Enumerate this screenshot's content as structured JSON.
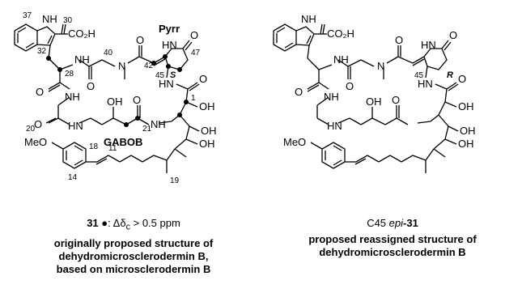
{
  "left_structure": {
    "atoms": {
      "nh_indole": "NH",
      "co2h": "CO₂H",
      "hn_ring": "HN",
      "o_ring": "O",
      "n_methyl": "N",
      "o_1": "O",
      "o_2": "O",
      "nh_1": "NH",
      "hn_2": "HN",
      "nh_3": "NH",
      "nh_4": "NH",
      "hn_5": "HN",
      "oh_1": "OH",
      "oh_2": "OH",
      "oh_3": "OH",
      "oh_4": "OH",
      "o_3": "O",
      "o_4": "O",
      "o_5": "O",
      "o_6": "O",
      "meo": "MeO"
    },
    "labels": {
      "pyrr": "Pyrr",
      "gabob": "GABOB",
      "stereo": "S"
    },
    "numbers": {
      "n37": "37",
      "n30": "30",
      "n32": "32",
      "n28": "28",
      "n40": "40",
      "n42": "42",
      "n47": "47",
      "n45": "45",
      "n1": "1",
      "n21": "21",
      "n20": "20",
      "n18": "18",
      "n11": "11",
      "n14": "14",
      "n19": "19"
    }
  },
  "right_structure": {
    "atoms": {
      "nh_indole": "NH",
      "co2h": "CO₂H",
      "hn_ring": "HN",
      "o_ring": "O",
      "n_methyl": "N",
      "hn_1": "HN",
      "o_1": "O",
      "o_2": "O",
      "nh_1": "NH",
      "hn_2": "HN",
      "nh_3": "NH",
      "oh_1": "OH",
      "oh_2": "OH",
      "oh_3": "OH",
      "oh_4": "OH",
      "o_3": "O",
      "o_4": "O",
      "o_5": "O",
      "meo": "MeO"
    },
    "labels": {
      "stereo": "R",
      "n45": "45"
    }
  },
  "captions": {
    "left_compound": "31",
    "left_legend": "●: Δδ",
    "left_legend_sub": "c",
    "left_legend_tail": " > 0.5 ppm",
    "left_line1": "originally proposed structure of",
    "left_line2": "dehydromicrosclerodermin B,",
    "left_line3": "based on microsclerodermin B",
    "right_prefix": "C45 ",
    "right_epi": "epi",
    "right_compound": "-31",
    "right_line1": "proposed reassigned structure of",
    "right_line2": "dehydromicrosclerodermin B"
  }
}
